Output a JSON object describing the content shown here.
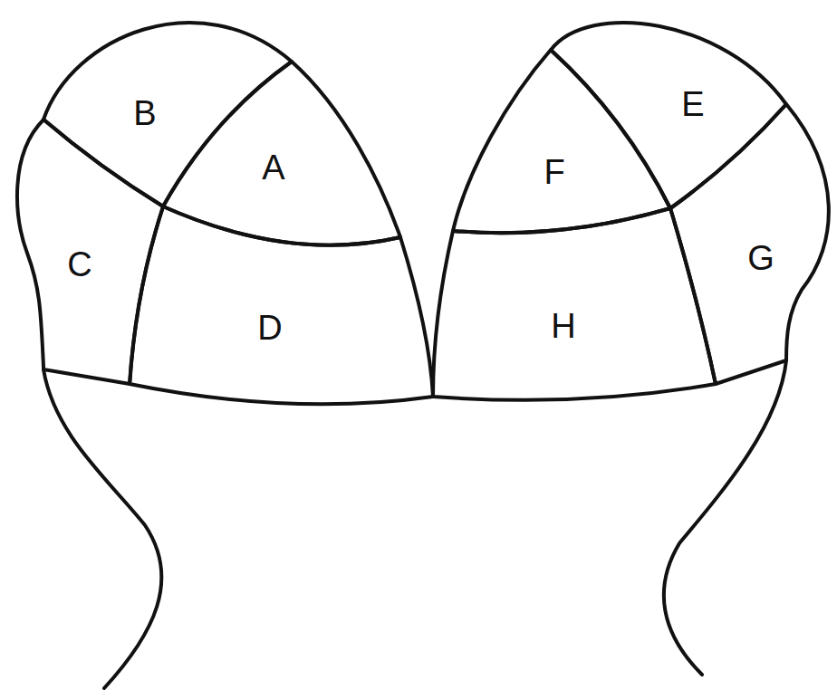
{
  "diagram": {
    "nodes": [
      {
        "text": [
          "B"
        ]
      },
      {
        "text": [
          "A"
        ]
      },
      {
        "text": [
          "F"
        ]
      },
      {
        "text": [
          "E"
        ]
      },
      {
        "text": [
          "C"
        ]
      },
      {
        "text": [
          "D"
        ]
      },
      {
        "text": [
          "H"
        ]
      },
      {
        "text": [
          "G"
        ]
      }
    ]
  }
}
